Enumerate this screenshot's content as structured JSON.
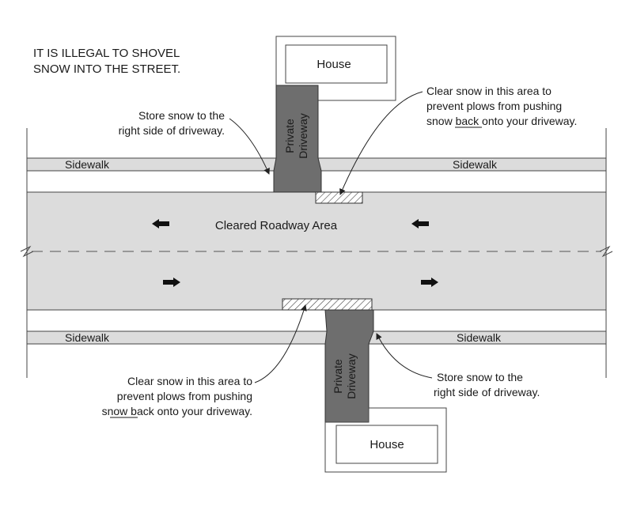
{
  "warning": {
    "line1": "IT IS ILLEGAL TO SHOVEL",
    "line2": "SNOW INTO THE STREET."
  },
  "roadway": {
    "label": "Cleared Roadway Area"
  },
  "sidewalks": {
    "top_left": "Sidewalk",
    "top_right": "Sidewalk",
    "bottom_left": "Sidewalk",
    "bottom_right": "Sidewalk"
  },
  "top_lot": {
    "house": "House",
    "driveway_line1": "Private",
    "driveway_line2": "Driveway",
    "store_note_line1": "Store snow to the",
    "store_note_line2": "right side of driveway.",
    "clear_note_line1": "Clear snow in this area to",
    "clear_note_line2": "prevent plows from pushing",
    "clear_note_line3_pre": "snow ",
    "clear_note_line3_underlined": "back",
    "clear_note_line3_post": " onto your driveway."
  },
  "bottom_lot": {
    "house": "House",
    "driveway_line1": "Private",
    "driveway_line2": "Driveway",
    "store_note_line1": "Store snow to the",
    "store_note_line2": "right side of driveway.",
    "clear_note_line1": "Clear snow in this area to",
    "clear_note_line2": "prevent plows from pushing",
    "clear_note_line3_pre": "snow ",
    "clear_note_line3_underlined": "back",
    "clear_note_line3_post": " onto your driveway."
  },
  "colors": {
    "roadway": "#dcdcdc",
    "sidewalk": "#dcdcdc",
    "driveway": "#6e6e6e",
    "outline": "#333333"
  }
}
